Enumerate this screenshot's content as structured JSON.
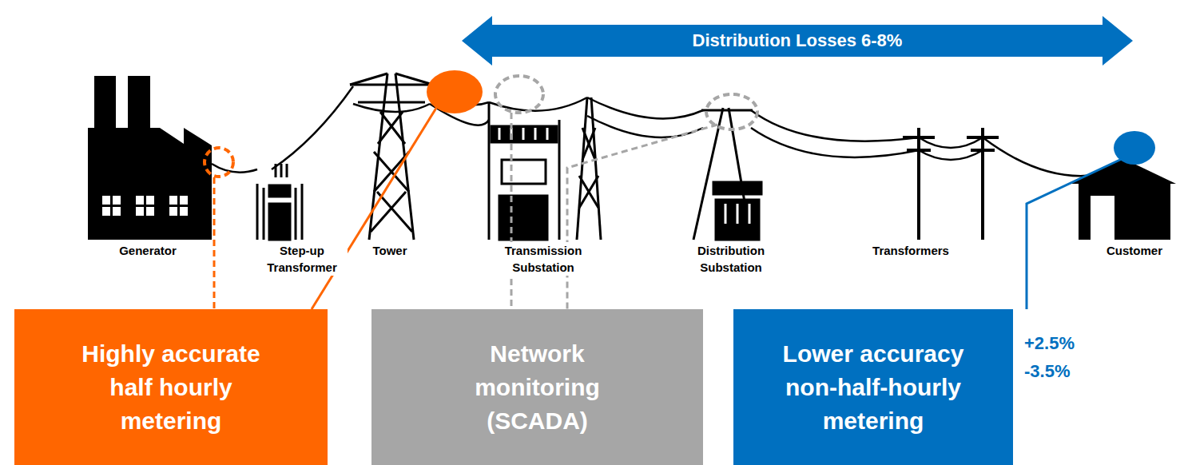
{
  "diagram": {
    "nodes": [
      {
        "text": [
          "Distribution Losses 6-8%"
        ]
      },
      {
        "text": [
          "Highly accurate half hourly metering"
        ]
      },
      {
        "text": [
          "Network monitoring (SCADA)"
        ]
      },
      {
        "text": [
          "Lower accuracy non-half-hourly metering"
        ]
      }
    ],
    "labels": [
      "Generator",
      "Step-up Transformer",
      "Tower",
      "Transmission Substation",
      "Distribution Substation",
      "Transformers",
      "Customer",
      "+2.5%",
      "-3.5%"
    ]
  }
}
